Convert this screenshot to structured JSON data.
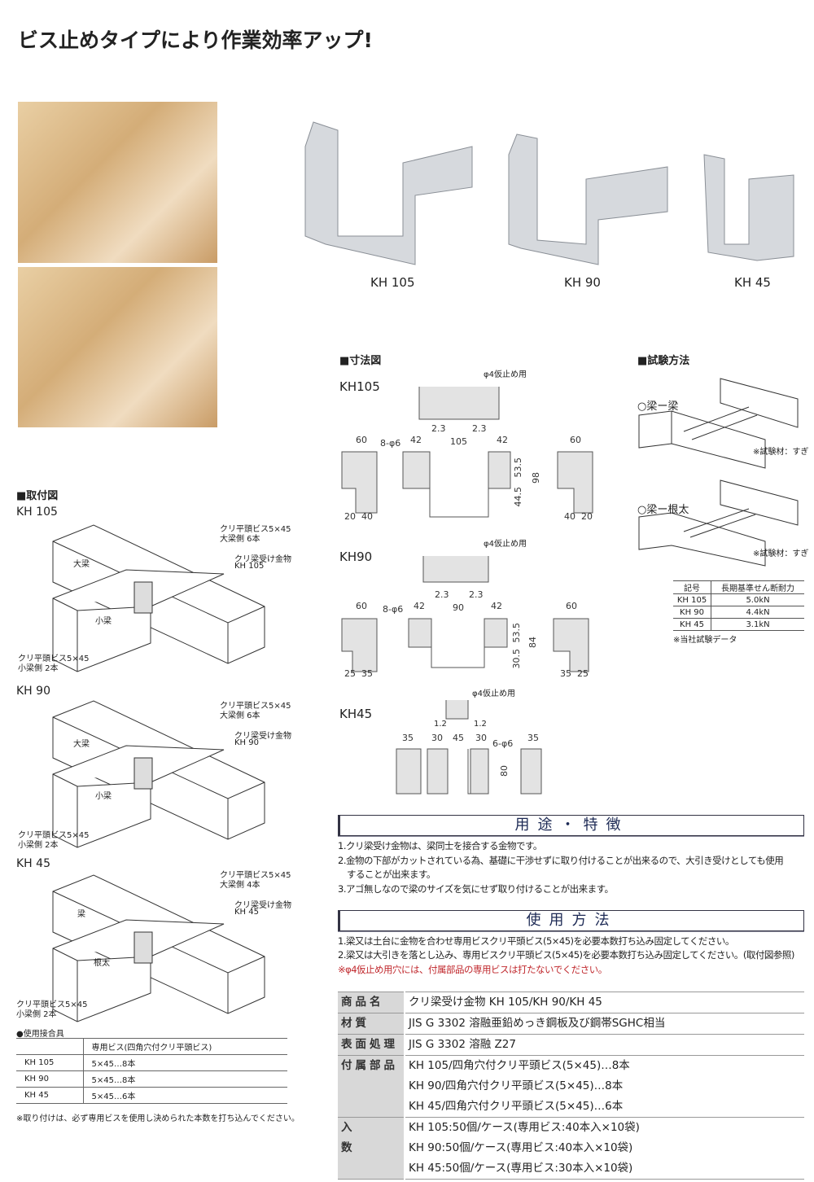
{
  "title": "ビス止めタイプにより作業効率アップ!",
  "products": [
    "KH 105",
    "KH 90",
    "KH 45"
  ],
  "dimension_section": {
    "heading": "■寸法図",
    "kh105": {
      "label": "KH105",
      "pin": "φ4仮止め用",
      "d": [
        "60",
        "8-φ6",
        "42",
        "2.3",
        "105",
        "2.3",
        "42",
        "60",
        "53.5",
        "44.5",
        "98",
        "20",
        "40",
        "40",
        "20"
      ]
    },
    "kh90": {
      "label": "KH90",
      "pin": "φ4仮止め用",
      "d": [
        "60",
        "8-φ6",
        "42",
        "2.3",
        "90",
        "2.3",
        "42",
        "60",
        "53.5",
        "30.5",
        "84",
        "25",
        "35",
        "35",
        "25"
      ]
    },
    "kh45": {
      "label": "KH45",
      "pin": "φ4仮止め用",
      "d": [
        "1.2",
        "1.2",
        "35",
        "30",
        "45",
        "30",
        "6-φ6",
        "35",
        "80"
      ]
    }
  },
  "test_section": {
    "heading": "■試験方法",
    "case1": "○梁ー梁",
    "case2": "○梁ー根太",
    "material_note": "※試験材：すぎ",
    "table": {
      "headers": [
        "記号",
        "長期基準せん断耐力"
      ],
      "rows": [
        [
          "KH 105",
          "5.0kN"
        ],
        [
          "KH 90",
          "4.4kN"
        ],
        [
          "KH 45",
          "3.1kN"
        ]
      ]
    },
    "note": "※当社試験データ"
  },
  "mounting": {
    "heading": "■取付図",
    "diagrams": [
      {
        "model": "KH 105",
        "screw_top": "クリ平頭ビス5×45",
        "screw_top_count": "大梁側 6本",
        "hanger": "クリ梁受け金物",
        "hanger_model": "KH 105",
        "main_beam": "大梁",
        "sub_beam": "小梁",
        "screw_bottom": "クリ平頭ビス5×45",
        "screw_bottom_count": "小梁側 2本"
      },
      {
        "model": "KH 90",
        "screw_top": "クリ平頭ビス5×45",
        "screw_top_count": "大梁側 6本",
        "hanger": "クリ梁受け金物",
        "hanger_model": "KH 90",
        "main_beam": "大梁",
        "sub_beam": "小梁",
        "screw_bottom": "クリ平頭ビス5×45",
        "screw_bottom_count": "小梁側 2本"
      },
      {
        "model": "KH 45",
        "screw_top": "クリ平頭ビス5×45",
        "screw_top_count": "大梁側 4本",
        "hanger": "クリ梁受け金物",
        "hanger_model": "KH 45",
        "main_beam": "梁",
        "sub_beam": "根太",
        "screw_bottom": "クリ平頭ビス5×45",
        "screw_bottom_count": "小梁側 2本"
      }
    ]
  },
  "fasteners": {
    "heading": "●使用接合具",
    "col_header": "専用ビス(四角穴付クリ平頭ビス)",
    "rows": [
      [
        "KH 105",
        "5×45…8本"
      ],
      [
        "KH 90",
        "5×45…8本"
      ],
      [
        "KH 45",
        "5×45…6本"
      ]
    ],
    "note": "※取り付けは、必ず専用ビスを使用し決められた本数を打ち込んでください。"
  },
  "features": {
    "heading": "用途・特徴",
    "items": [
      "1.クリ梁受け金物は、梁同士を接合する金物です。",
      "2.金物の下部がカットされている為、基礎に干渉せずに取り付けることが出来るので、大引き受けとしても使用",
      "　することが出来ます。",
      "3.アゴ無しなので梁のサイズを気にせず取り付けることが出来ます。"
    ]
  },
  "usage": {
    "heading": "使用方法",
    "items": [
      "1.梁又は土台に金物を合わせ専用ビスクリ平頭ビス(5×45)を必要本数打ち込み固定してください。",
      "2.梁又は大引きを落とし込み、専用ビスクリ平頭ビス(5×45)を必要本数打ち込み固定してください。(取付図参照)"
    ],
    "warning": "※φ4仮止め用穴には、付属部品の専用ビスは打たないでください。",
    "warning_color": "#c0282d"
  },
  "spec": [
    {
      "label": "商品名",
      "values": [
        "クリ梁受け金物 KH 105/KH 90/KH 45"
      ]
    },
    {
      "label": "材質",
      "values": [
        "JIS G 3302 溶融亜鉛めっき鋼板及び鋼帯SGHC相当"
      ]
    },
    {
      "label": "表面処理",
      "values": [
        "JIS G 3302 溶融 Z27"
      ]
    },
    {
      "label": "付属部品",
      "values": [
        "KH 105/四角穴付クリ平頭ビス(5×45)…8本",
        "KH 90/四角穴付クリ平頭ビス(5×45)…8本",
        "KH 45/四角穴付クリ平頭ビス(5×45)…6本"
      ]
    },
    {
      "label": "入数",
      "values": [
        "KH 105:50個/ケース(専用ビス:40本入×10袋)",
        "KH 90:50個/ケース(専用ビス:40本入×10袋)",
        "KH 45:50個/ケース(専用ビス:30本入×10袋)"
      ]
    }
  ]
}
